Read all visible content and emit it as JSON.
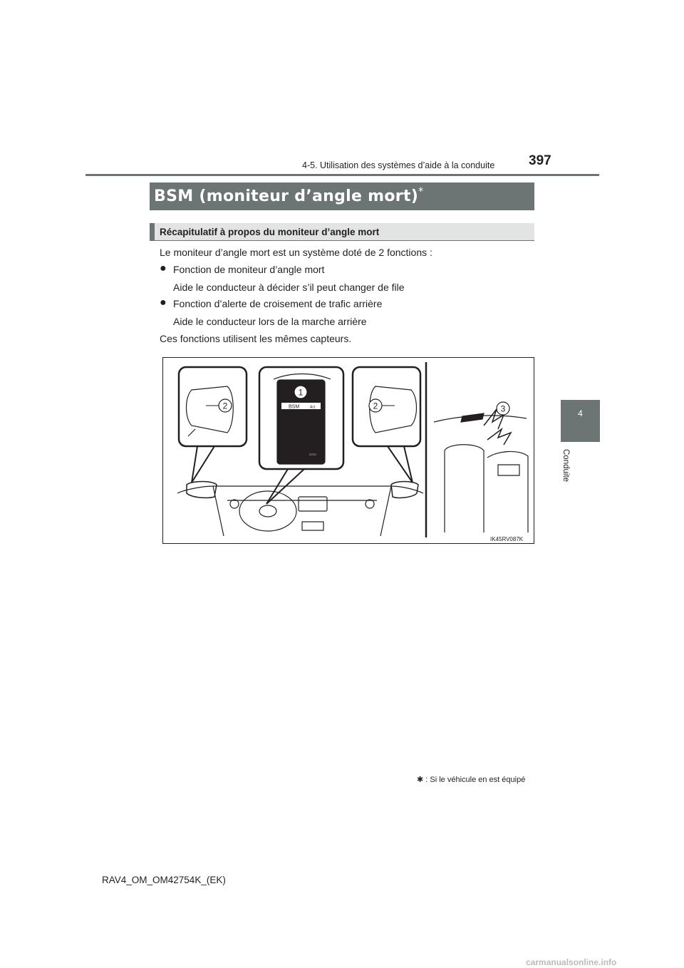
{
  "header": {
    "section": "4-5. Utilisation des systèmes d’aide à la conduite",
    "page_number": "397"
  },
  "side_tab": {
    "number": "4",
    "label": "Conduite"
  },
  "title": {
    "text": "BSM (moniteur d’angle mort)",
    "asterisk": "*"
  },
  "subheading": "Récapitulatif à propos du moniteur d’angle mort",
  "body": {
    "intro": "Le moniteur d’angle mort est un système doté de 2 fonctions :",
    "items": [
      {
        "bullet": "●",
        "title": "Fonction de moniteur d’angle mort",
        "desc": "Aide le conducteur à décider s’il peut changer de file"
      },
      {
        "bullet": "●",
        "title": "Fonction d’alerte de croisement de trafic arrière",
        "desc": "Aide le conducteur lors de la marche arrière"
      }
    ],
    "closing": "Ces fonctions utilisent les mêmes capteurs."
  },
  "figure": {
    "code": "IK45RV087K",
    "callouts": [
      "1",
      "2",
      "2",
      "3"
    ],
    "display_label": "BSM",
    "display_status": "Act.",
    "display_small": "BSM"
  },
  "footnote": {
    "symbol": "✱",
    "text": ": Si le véhicule en est équipé"
  },
  "footer": "RAV4_OM_OM42754K_(EK)",
  "watermark": "carmanualsonline.info"
}
